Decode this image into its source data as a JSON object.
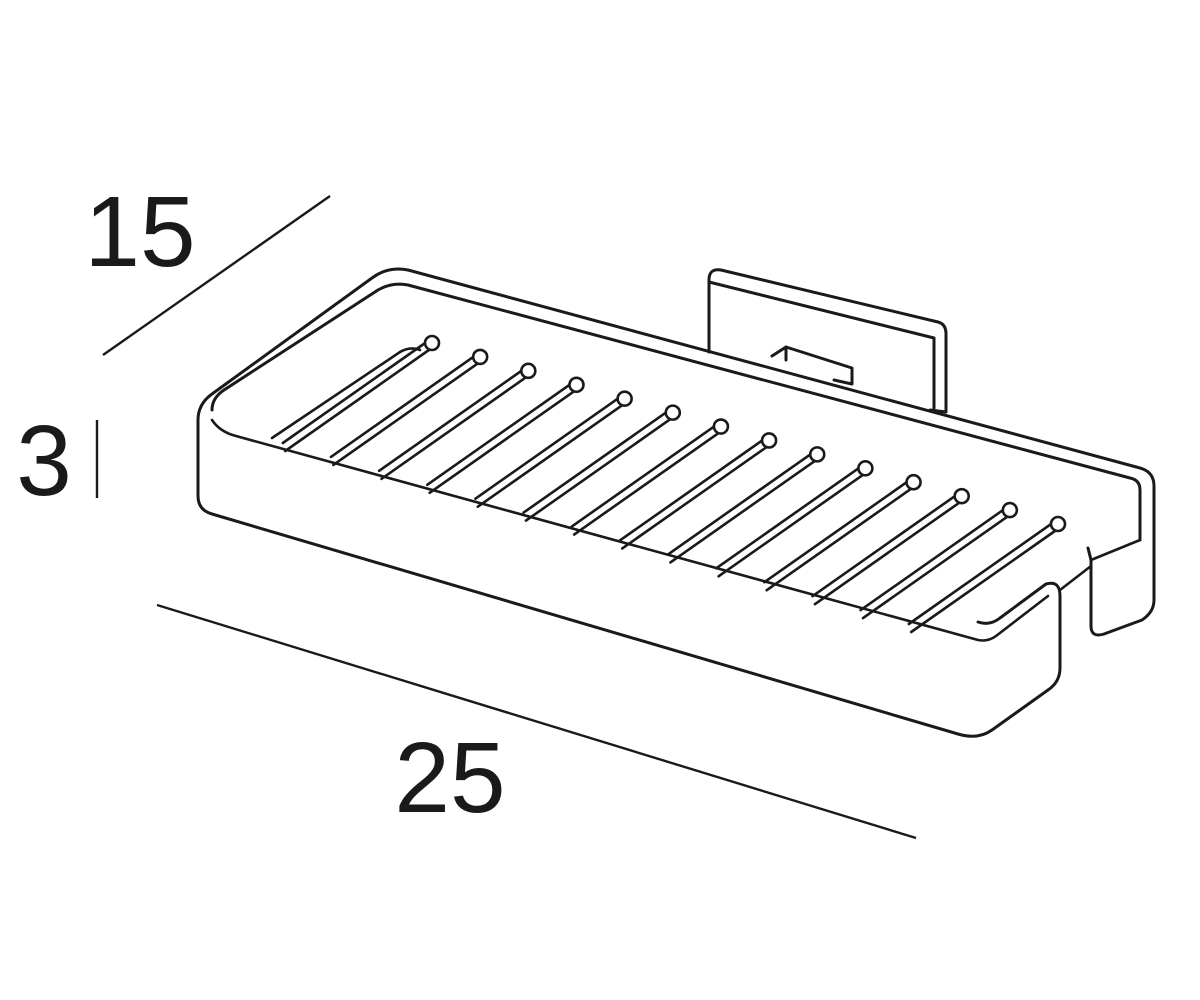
{
  "dimensions": {
    "depth": "15",
    "height": "3",
    "width": "25"
  },
  "basket": {
    "wire_count": 14
  },
  "colors": {
    "ink": "#1a1a1a",
    "background": "#ffffff"
  }
}
